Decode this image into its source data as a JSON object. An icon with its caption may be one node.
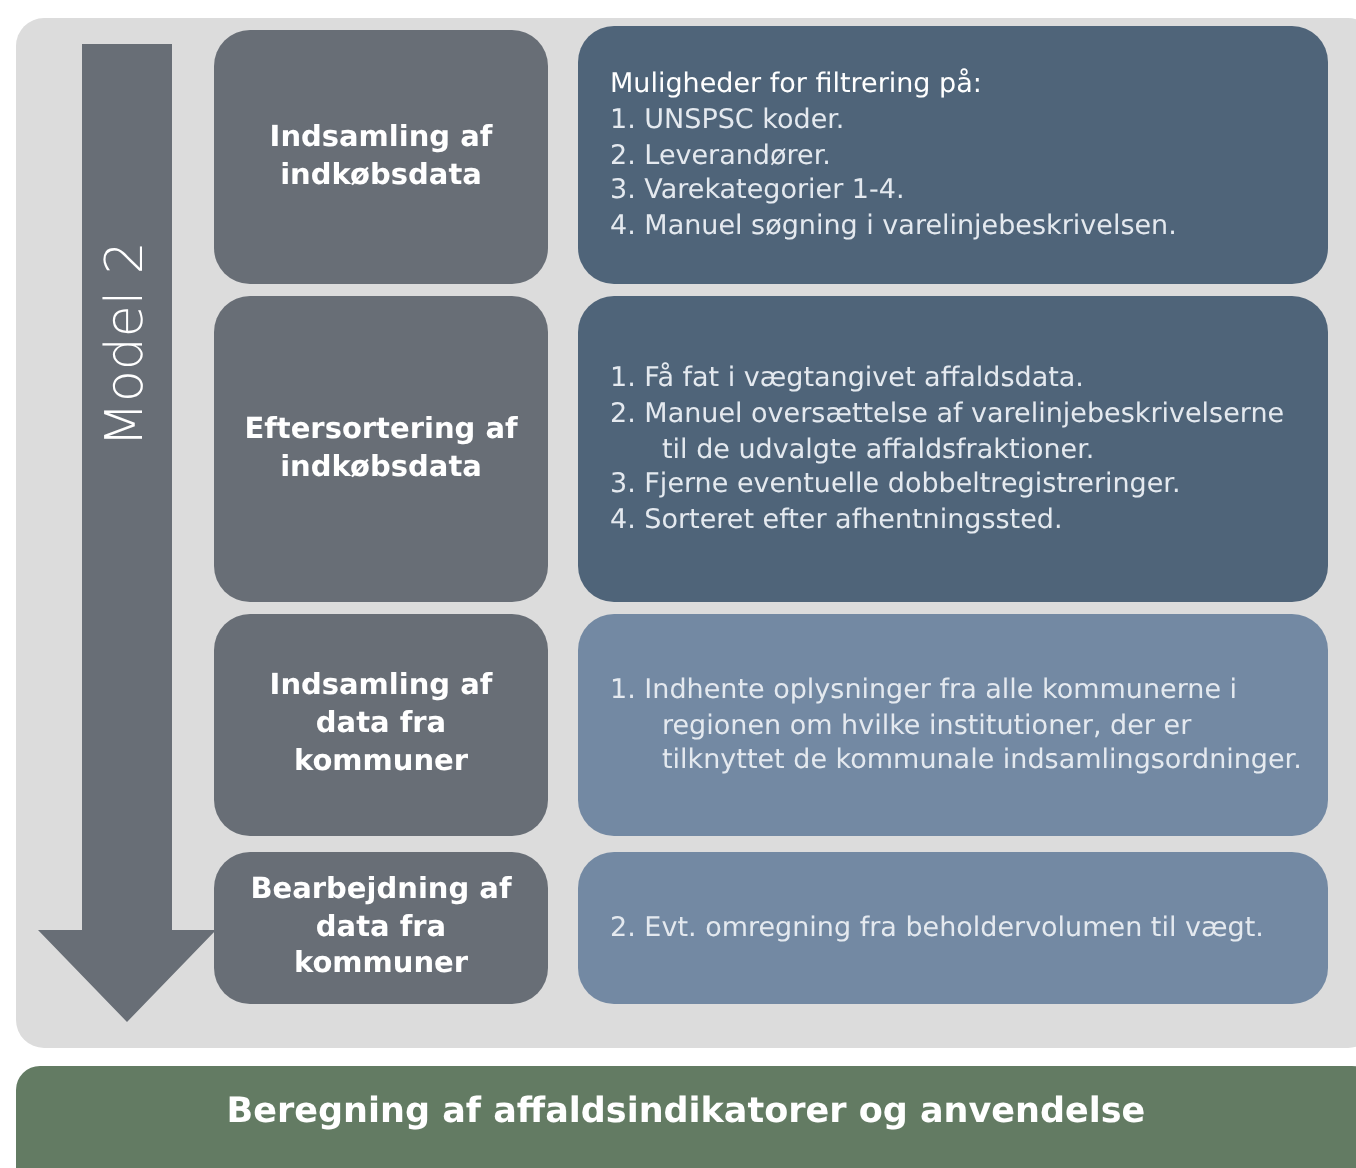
{
  "diagram": {
    "nodes": [
      {
        "text": [],
        "shape": "box"
      },
      {
        "text": [
          "Model 2"
        ],
        "in": 0
      },
      {
        "text": [
          "Indsamling af indkøbsdata"
        ],
        "in": 0
      },
      {
        "text": [
          "Muligheder for filtrering på:",
          "1. UNSPSC koder.",
          "2. Leverandører.",
          "3. Varekategorier 1-4.",
          "4. Manuel søgning i varelinjebeskrivelsen."
        ],
        "in": 0
      },
      {
        "text": [
          "Eftersortering af indkøbsdata"
        ],
        "in": 0
      },
      {
        "text": [
          "1. Få fat i vægtangivet affaldsdata.",
          "2. Manuel oversættelse af varelinjebeskrivelserne til de udvalgte affaldsfraktioner.",
          "3. Fjerne eventuelle dobbeltregistreringer.",
          "4. Sorteret efter afhentningssted."
        ],
        "in": 0
      },
      {
        "text": [
          "Indsamling af data fra kommuner"
        ],
        "in": 0
      },
      {
        "text": [
          "1. Indhente oplysninger fra alle kommunerne i regionen om hvilke institutioner, der er tilknyttet de kommunale indsamlingsordninger."
        ],
        "in": 0
      },
      {
        "text": [
          "Bearbejdning af data fra kommuner"
        ],
        "in": 0
      },
      {
        "text": [
          "2. Evt. omregning fra beholdervolumen til vægt."
        ],
        "in": 0
      },
      {
        "text": [
          "Beregning af affaldsindikatorer og anvendelse"
        ]
      }
    ]
  }
}
